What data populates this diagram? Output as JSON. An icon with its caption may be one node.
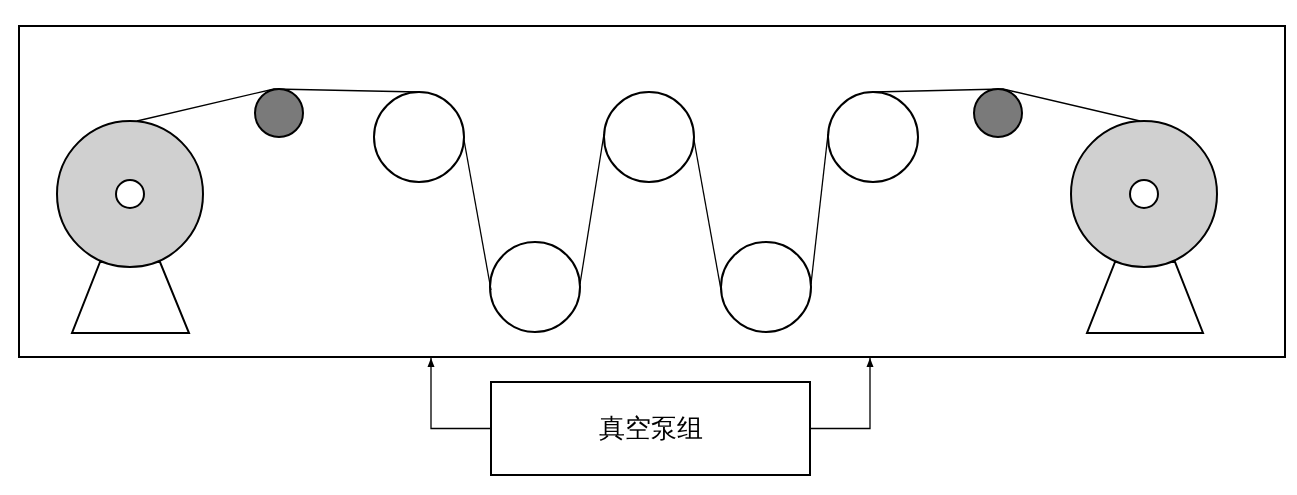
{
  "diagram": {
    "nodes": [
      {
        "text": [],
        "shape": "box"
      },
      {
        "text": [
          "真空泵组"
        ]
      }
    ],
    "edges": [
      {
        "from": 1,
        "to": 0,
        "arrow": "to"
      },
      {
        "from": 1,
        "to": 0,
        "arrow": "to"
      }
    ]
  }
}
